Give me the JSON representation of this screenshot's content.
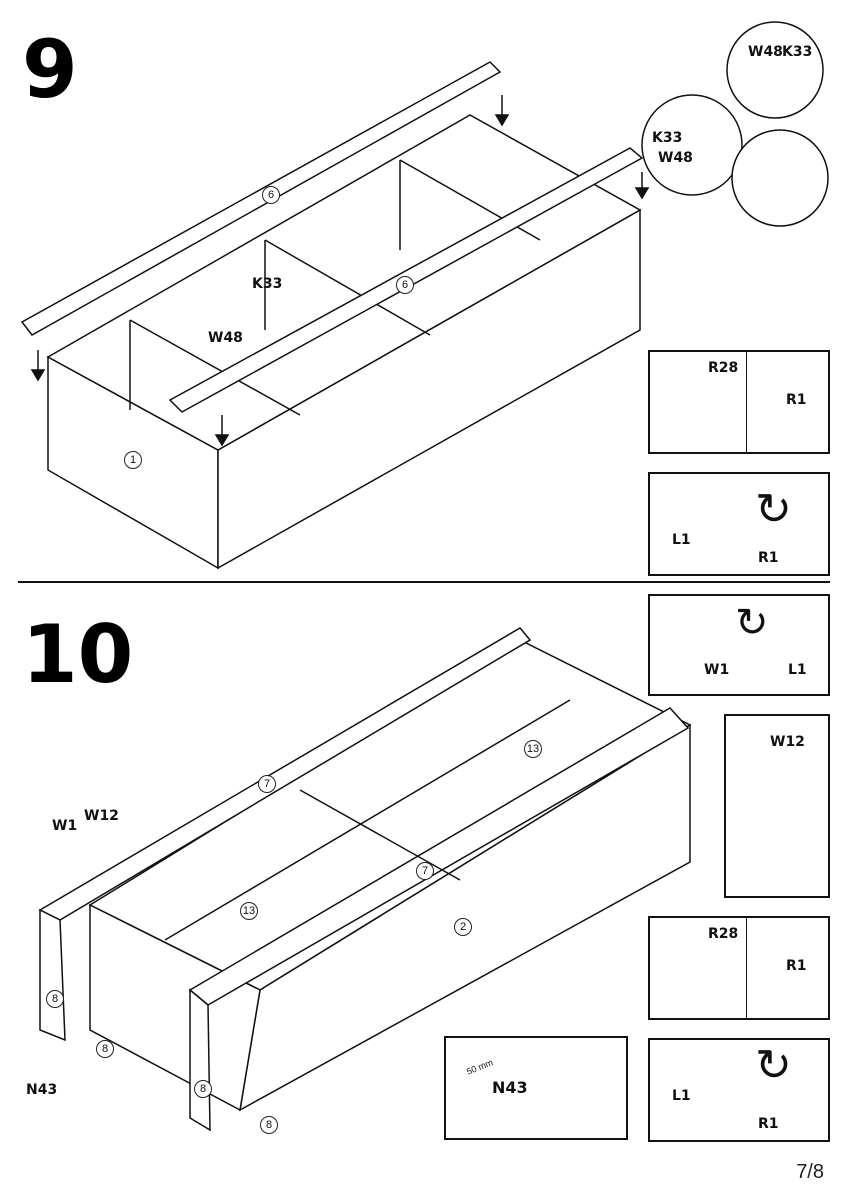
{
  "step9": {
    "number": "9",
    "parts": {
      "top_panel_a": "6",
      "top_panel_b": "6",
      "carcass": "1"
    },
    "fittings": {
      "k33": "K33",
      "w48": "W48"
    },
    "detail_circles": {
      "w48": "W48",
      "k33": "K33",
      "k33_b": "K33",
      "w48_b": "W48"
    },
    "inset_cam": {
      "r28": "R28",
      "r1": "R1"
    },
    "inset_key": {
      "l1": "L1",
      "r1": "R1"
    }
  },
  "step10": {
    "number": "10",
    "parts": {
      "back_a": "13",
      "back_b": "13",
      "rail_a": "7",
      "rail_b": "7",
      "front": "2",
      "leg_a": "8",
      "leg_b": "8",
      "leg_c": "8",
      "leg_d": "8"
    },
    "fittings": {
      "w1": "W1",
      "w12": "W12",
      "n43": "N43"
    },
    "inset_dowel": {
      "w1": "W1",
      "l1": "L1"
    },
    "inset_screw": {
      "w12": "W12"
    },
    "inset_cam": {
      "r28": "R28",
      "r1": "R1"
    },
    "inset_glide": {
      "dimension": "50 mm",
      "n43": "N43"
    },
    "inset_key": {
      "l1": "L1",
      "r1": "R1"
    }
  },
  "page_number": "7/8"
}
